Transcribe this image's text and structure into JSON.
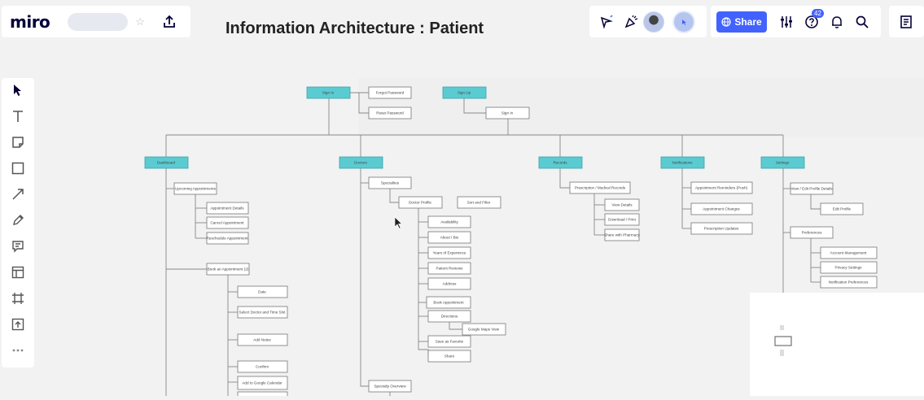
{
  "header": {
    "logo": "miro",
    "board_title": "Information Architecture : Patient",
    "share_label": "Share",
    "notification_count": "42"
  },
  "icons": {
    "star": "star-icon",
    "export": "upload-icon",
    "reactions": "reactions-icon",
    "celebrate": "party-popper-icon",
    "settings": "sliders-icon",
    "help": "help-icon",
    "bell": "bell-icon",
    "search": "search-icon",
    "notes": "notes-icon"
  },
  "colors": {
    "accent": "#4262ff",
    "top_node": "#5bcbd2"
  },
  "toolbar": {
    "tools": [
      "select-icon",
      "text-icon",
      "sticky-note-icon",
      "shape-icon",
      "arrow-icon",
      "pen-icon",
      "comment-icon",
      "frame-template-icon",
      "frame-icon",
      "upload-icon",
      "more-icon"
    ]
  },
  "diagram": {
    "nodes": [
      {
        "id": "n1",
        "label": "Sign In",
        "kind": "top"
      },
      {
        "id": "n2",
        "label": "Forgot Password",
        "kind": "child"
      },
      {
        "id": "n3",
        "label": "Reset Password",
        "kind": "child"
      },
      {
        "id": "n4",
        "label": "Sign Up",
        "kind": "top"
      },
      {
        "id": "n5",
        "label": "Sign In",
        "kind": "child"
      },
      {
        "id": "n6",
        "label": "Dashboard",
        "kind": "top"
      },
      {
        "id": "n7",
        "label": "Upcoming Appointments",
        "kind": "child"
      },
      {
        "id": "n8",
        "label": "Appointment Details",
        "kind": "child"
      },
      {
        "id": "n9",
        "label": "Cancel Appointment",
        "kind": "child"
      },
      {
        "id": "n10",
        "label": "Reschedule Appointment",
        "kind": "child"
      },
      {
        "id": "n11",
        "label": "Book an Appointment (2)",
        "kind": "child"
      },
      {
        "id": "n12",
        "label": "Date",
        "kind": "child"
      },
      {
        "id": "n13",
        "label": "Select Doctor and Time Slot",
        "kind": "child"
      },
      {
        "id": "n14",
        "label": "Add Notes",
        "kind": "child"
      },
      {
        "id": "n15",
        "label": "Confirm",
        "kind": "child"
      },
      {
        "id": "n16",
        "label": "Add to Google Calendar",
        "kind": "child"
      },
      {
        "id": "n17",
        "label": "",
        "kind": "child"
      },
      {
        "id": "n18",
        "label": "Doctors",
        "kind": "top"
      },
      {
        "id": "n19",
        "label": "Specialties",
        "kind": "child"
      },
      {
        "id": "n20",
        "label": "Doctor Profile",
        "kind": "child"
      },
      {
        "id": "n21",
        "label": "Sort and Filter",
        "kind": "child"
      },
      {
        "id": "n22",
        "label": "Availability",
        "kind": "child"
      },
      {
        "id": "n23",
        "label": "About / Bio",
        "kind": "child"
      },
      {
        "id": "n24",
        "label": "Years of Experience",
        "kind": "child"
      },
      {
        "id": "n25",
        "label": "Patient Reviews",
        "kind": "child"
      },
      {
        "id": "n26",
        "label": "Address",
        "kind": "child"
      },
      {
        "id": "n27",
        "label": "Book Appointment",
        "kind": "child"
      },
      {
        "id": "n28",
        "label": "Directions",
        "kind": "child"
      },
      {
        "id": "n29",
        "label": "Google Maps View",
        "kind": "child"
      },
      {
        "id": "n30",
        "label": "Save as Favorite",
        "kind": "child"
      },
      {
        "id": "n31",
        "label": "Share",
        "kind": "child"
      },
      {
        "id": "n32",
        "label": "Specialty Overview",
        "kind": "child"
      },
      {
        "id": "n33",
        "label": "Records",
        "kind": "top"
      },
      {
        "id": "n34",
        "label": "Prescription / Medical Records",
        "kind": "child"
      },
      {
        "id": "n35",
        "label": "View Details",
        "kind": "child"
      },
      {
        "id": "n36",
        "label": "Download / Print",
        "kind": "child"
      },
      {
        "id": "n37",
        "label": "Share with Pharmacy",
        "kind": "child"
      },
      {
        "id": "n38",
        "label": "Notifications",
        "kind": "top"
      },
      {
        "id": "n39",
        "label": "Appointment Reminders (Push)",
        "kind": "child"
      },
      {
        "id": "n40",
        "label": "Appointment Changes",
        "kind": "child"
      },
      {
        "id": "n41",
        "label": "Prescription Updates",
        "kind": "child"
      },
      {
        "id": "n42",
        "label": "Settings",
        "kind": "top"
      },
      {
        "id": "n43",
        "label": "View / Edit Profile Details",
        "kind": "child"
      },
      {
        "id": "n44",
        "label": "Edit Profile",
        "kind": "child"
      },
      {
        "id": "n45",
        "label": "Preferences",
        "kind": "child"
      },
      {
        "id": "n46",
        "label": "Account Management",
        "kind": "child"
      },
      {
        "id": "n47",
        "label": "Privacy Settings",
        "kind": "child"
      },
      {
        "id": "n48",
        "label": "Notification Preferences",
        "kind": "child"
      }
    ]
  }
}
